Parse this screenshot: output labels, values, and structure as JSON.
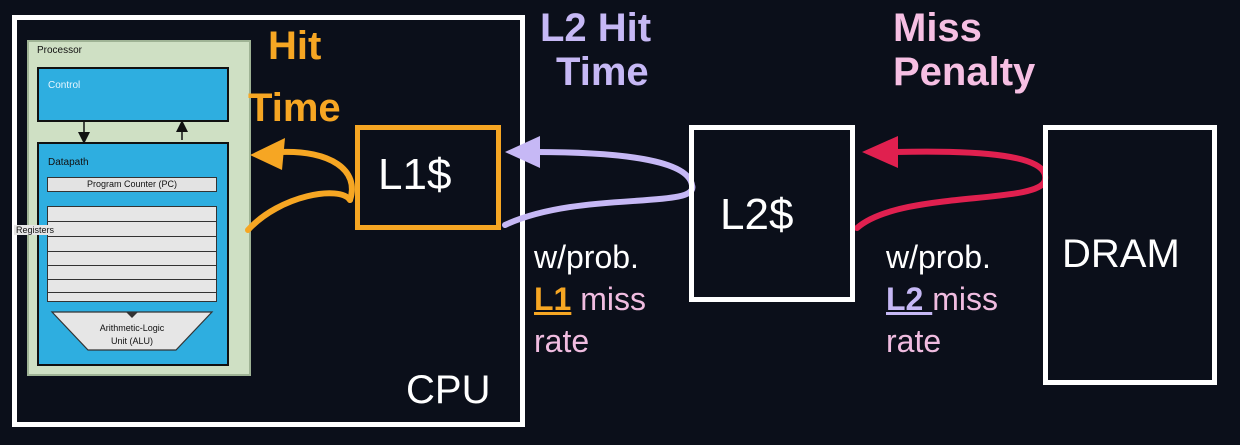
{
  "processor": {
    "title": "Processor",
    "control": "Control",
    "datapath": "Datapath",
    "pc": "Program Counter (PC)",
    "registers": "Registers",
    "alu_line1": "Arithmetic-Logic",
    "alu_line2": "Unit (ALU)"
  },
  "cpu_label": "CPU",
  "l1_label": "L1$",
  "l2_label": "L2$",
  "dram_label": "DRAM",
  "hit_time": {
    "line1": "Hit",
    "line2": "Time",
    "color": "#f6a623"
  },
  "l2_hit_time": {
    "line1": "L2 Hit",
    "line2": "Time",
    "color": "#c6b8f5"
  },
  "miss_penalty": {
    "line1": "Miss",
    "line2": "Penalty",
    "color": "#f6bfe3"
  },
  "note_l1": {
    "line1": "w/prob.",
    "key": "L1",
    "rest": " miss",
    "line3": "rate",
    "key_color": "#f6a623"
  },
  "note_l2": {
    "line1": "w/prob.",
    "key": "L2 ",
    "rest": "miss",
    "line3": "rate",
    "key_color": "#c6b8f5"
  },
  "colors": {
    "orange": "#f6a623",
    "lavender": "#c6b8f5",
    "crimson": "#e0204f",
    "pink": "#f0bce0"
  }
}
